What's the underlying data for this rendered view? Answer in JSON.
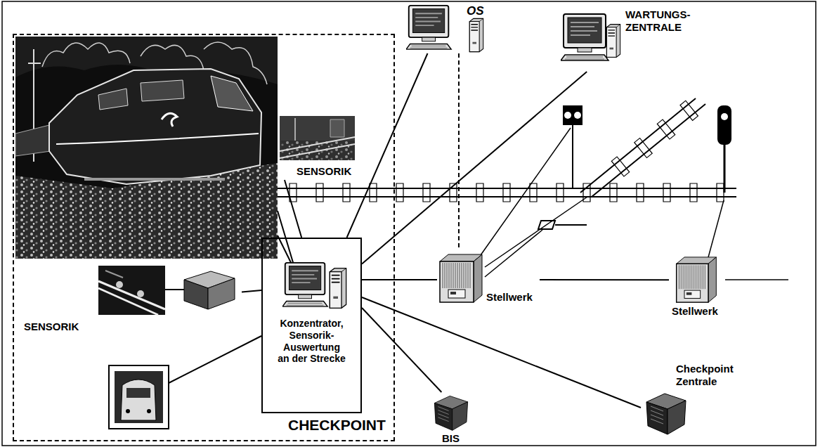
{
  "diagram": {
    "nodes": [
      {
        "text": [
          "CHECKPOINT"
        ]
      },
      {
        "text": [
          "SENSORIK"
        ],
        "in": 0
      },
      {
        "text": [
          "SENSORIK"
        ],
        "in": 0
      },
      {
        "text": [
          "Konzentrator, Sensorik-Auswertung an der Strecke"
        ],
        "in": 0
      },
      {
        "text": [
          "OS"
        ]
      },
      {
        "text": [
          "WARTUNGS- ZENTRALE"
        ]
      },
      {
        "text": [
          "Stellwerk"
        ]
      },
      {
        "text": [
          "Stellwerk"
        ]
      },
      {
        "text": [
          "BIS"
        ]
      },
      {
        "text": [
          "Checkpoint Zentrale"
        ]
      }
    ],
    "edges": [
      {
        "from": 3,
        "to": 1,
        "arrow": "none"
      },
      {
        "from": 3,
        "to": 2,
        "arrow": "none"
      },
      {
        "from": 3,
        "to": 4,
        "arrow": "none"
      },
      {
        "from": 3,
        "to": 5,
        "arrow": "none"
      },
      {
        "from": 3,
        "to": 6,
        "arrow": "none"
      },
      {
        "from": 6,
        "to": 7,
        "arrow": "none"
      },
      {
        "from": 4,
        "to": 6,
        "arrow": "none"
      },
      {
        "from": 3,
        "to": 8,
        "arrow": "none"
      },
      {
        "from": 3,
        "to": 9,
        "arrow": "none"
      }
    ]
  }
}
